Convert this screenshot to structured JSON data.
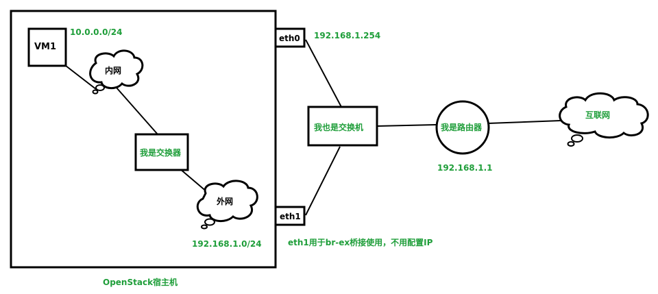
{
  "colors": {
    "label": "#1f9e3a",
    "stroke": "#000000",
    "background": "#ffffff"
  },
  "host": {
    "caption": "OpenStack宿主机"
  },
  "vm": {
    "label": "VM1",
    "subnet": "10.0.0.0/24"
  },
  "clouds": {
    "internal": "内网",
    "external": "外网",
    "internet": "互联网"
  },
  "inner_switch": {
    "label": "我是交换器"
  },
  "external_subnet": "192.168.1.0/24",
  "interfaces": {
    "eth0": {
      "label": "eth0",
      "ip": "192.168.1.254"
    },
    "eth1": {
      "label": "eth1",
      "note": "eth1用于br-ex桥接使用，不用配置IP"
    }
  },
  "outer_switch": {
    "label": "我也是交换机"
  },
  "router": {
    "label": "我是路由器",
    "ip": "192.168.1.1"
  }
}
